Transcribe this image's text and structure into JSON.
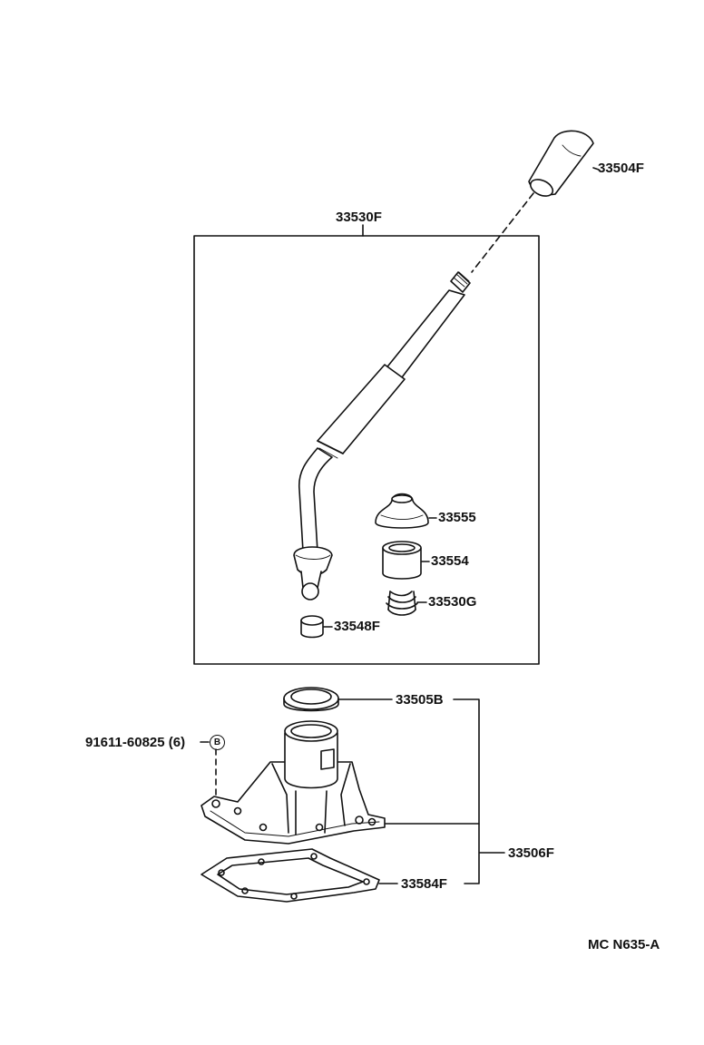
{
  "parts": {
    "knob": "33504F",
    "lever_assy": "33530F",
    "boot": "33555",
    "bushing": "33554",
    "spring": "33530G",
    "seat": "33548F",
    "seal": "33505B",
    "bolt": "91611-60825 (6)",
    "bolt_ref": "B",
    "retainer_assy": "33506F",
    "gasket": "33584F"
  },
  "diagram_code": "MC  N635-A"
}
